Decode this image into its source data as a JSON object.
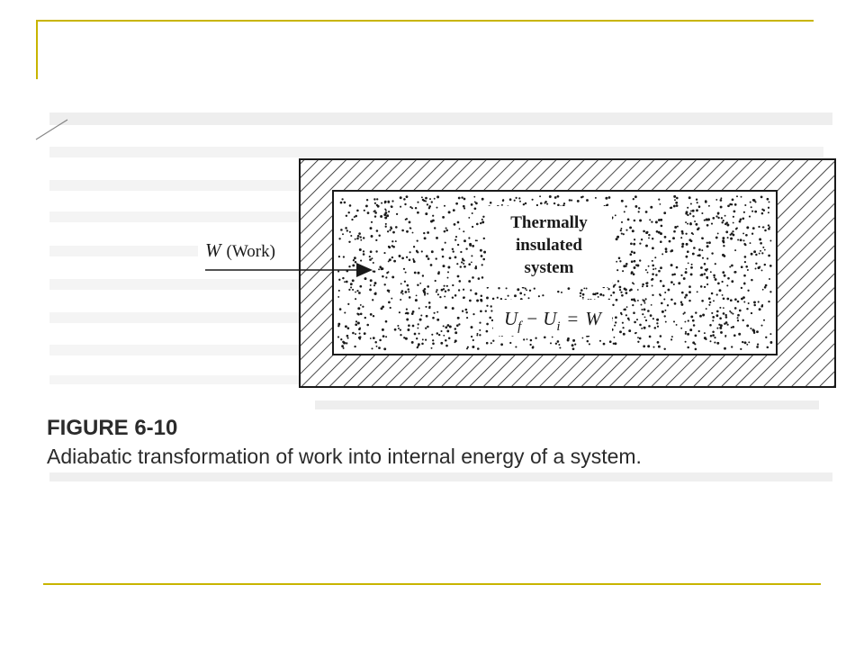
{
  "diagram": {
    "work_label_symbol": "W",
    "work_label_text": "(Work)",
    "system_label_lines": [
      "Thermally",
      "insulated",
      "system"
    ],
    "equation": {
      "u1": "U",
      "sub1": "f",
      "minus": "−",
      "u2": "U",
      "sub2": "i",
      "equals": "=",
      "w": "W"
    }
  },
  "caption": {
    "title": "FIGURE 6-10",
    "text": "Adiabatic transformation of work into internal energy of a system."
  },
  "colors": {
    "accent_rule": "#c8b400",
    "ink": "#1a1a1a"
  }
}
